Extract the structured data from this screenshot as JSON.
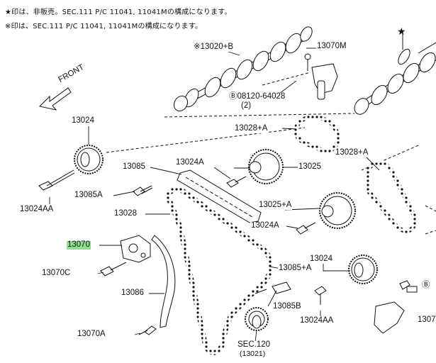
{
  "notes": {
    "line1": "★印は、非販売。SEC.111 P/C 11041, 11041Mの構成になります。",
    "line2": "※印は、SEC.111 P/C 11041, 11041Mの構成になります。"
  },
  "labels": {
    "front": "FRONT",
    "star": "★",
    "p13020b": "※13020+B",
    "p13070m": "13070M",
    "p08120": "Ⓑ08120-64028",
    "p08120_qty": "(2)",
    "p13028a_top": "13028+A",
    "p13028a_right": "13028+A",
    "p13024_left": "13024",
    "p13085": "13085",
    "p13024a_top": "13024A",
    "p13025": "13025",
    "p13085a": "13085A",
    "p13028": "13028",
    "p13025a": "13025+A",
    "p13024aa_left": "13024AA",
    "p13024a_mid": "13024A",
    "p13070": "13070",
    "p13070c": "13070C",
    "p13024_right": "13024",
    "p13085a_right": "13085+A",
    "p13086": "13086",
    "p13085b": "13085B",
    "p13024aa_right": "13024AA",
    "p13070a": "13070A",
    "sec120": "SEC.120",
    "sec120_ref": "(13021)",
    "b_mark": "Ⓑ",
    "p1307x": "1307"
  },
  "colors": {
    "line": "#111111",
    "highlight": "#8ee08e"
  }
}
